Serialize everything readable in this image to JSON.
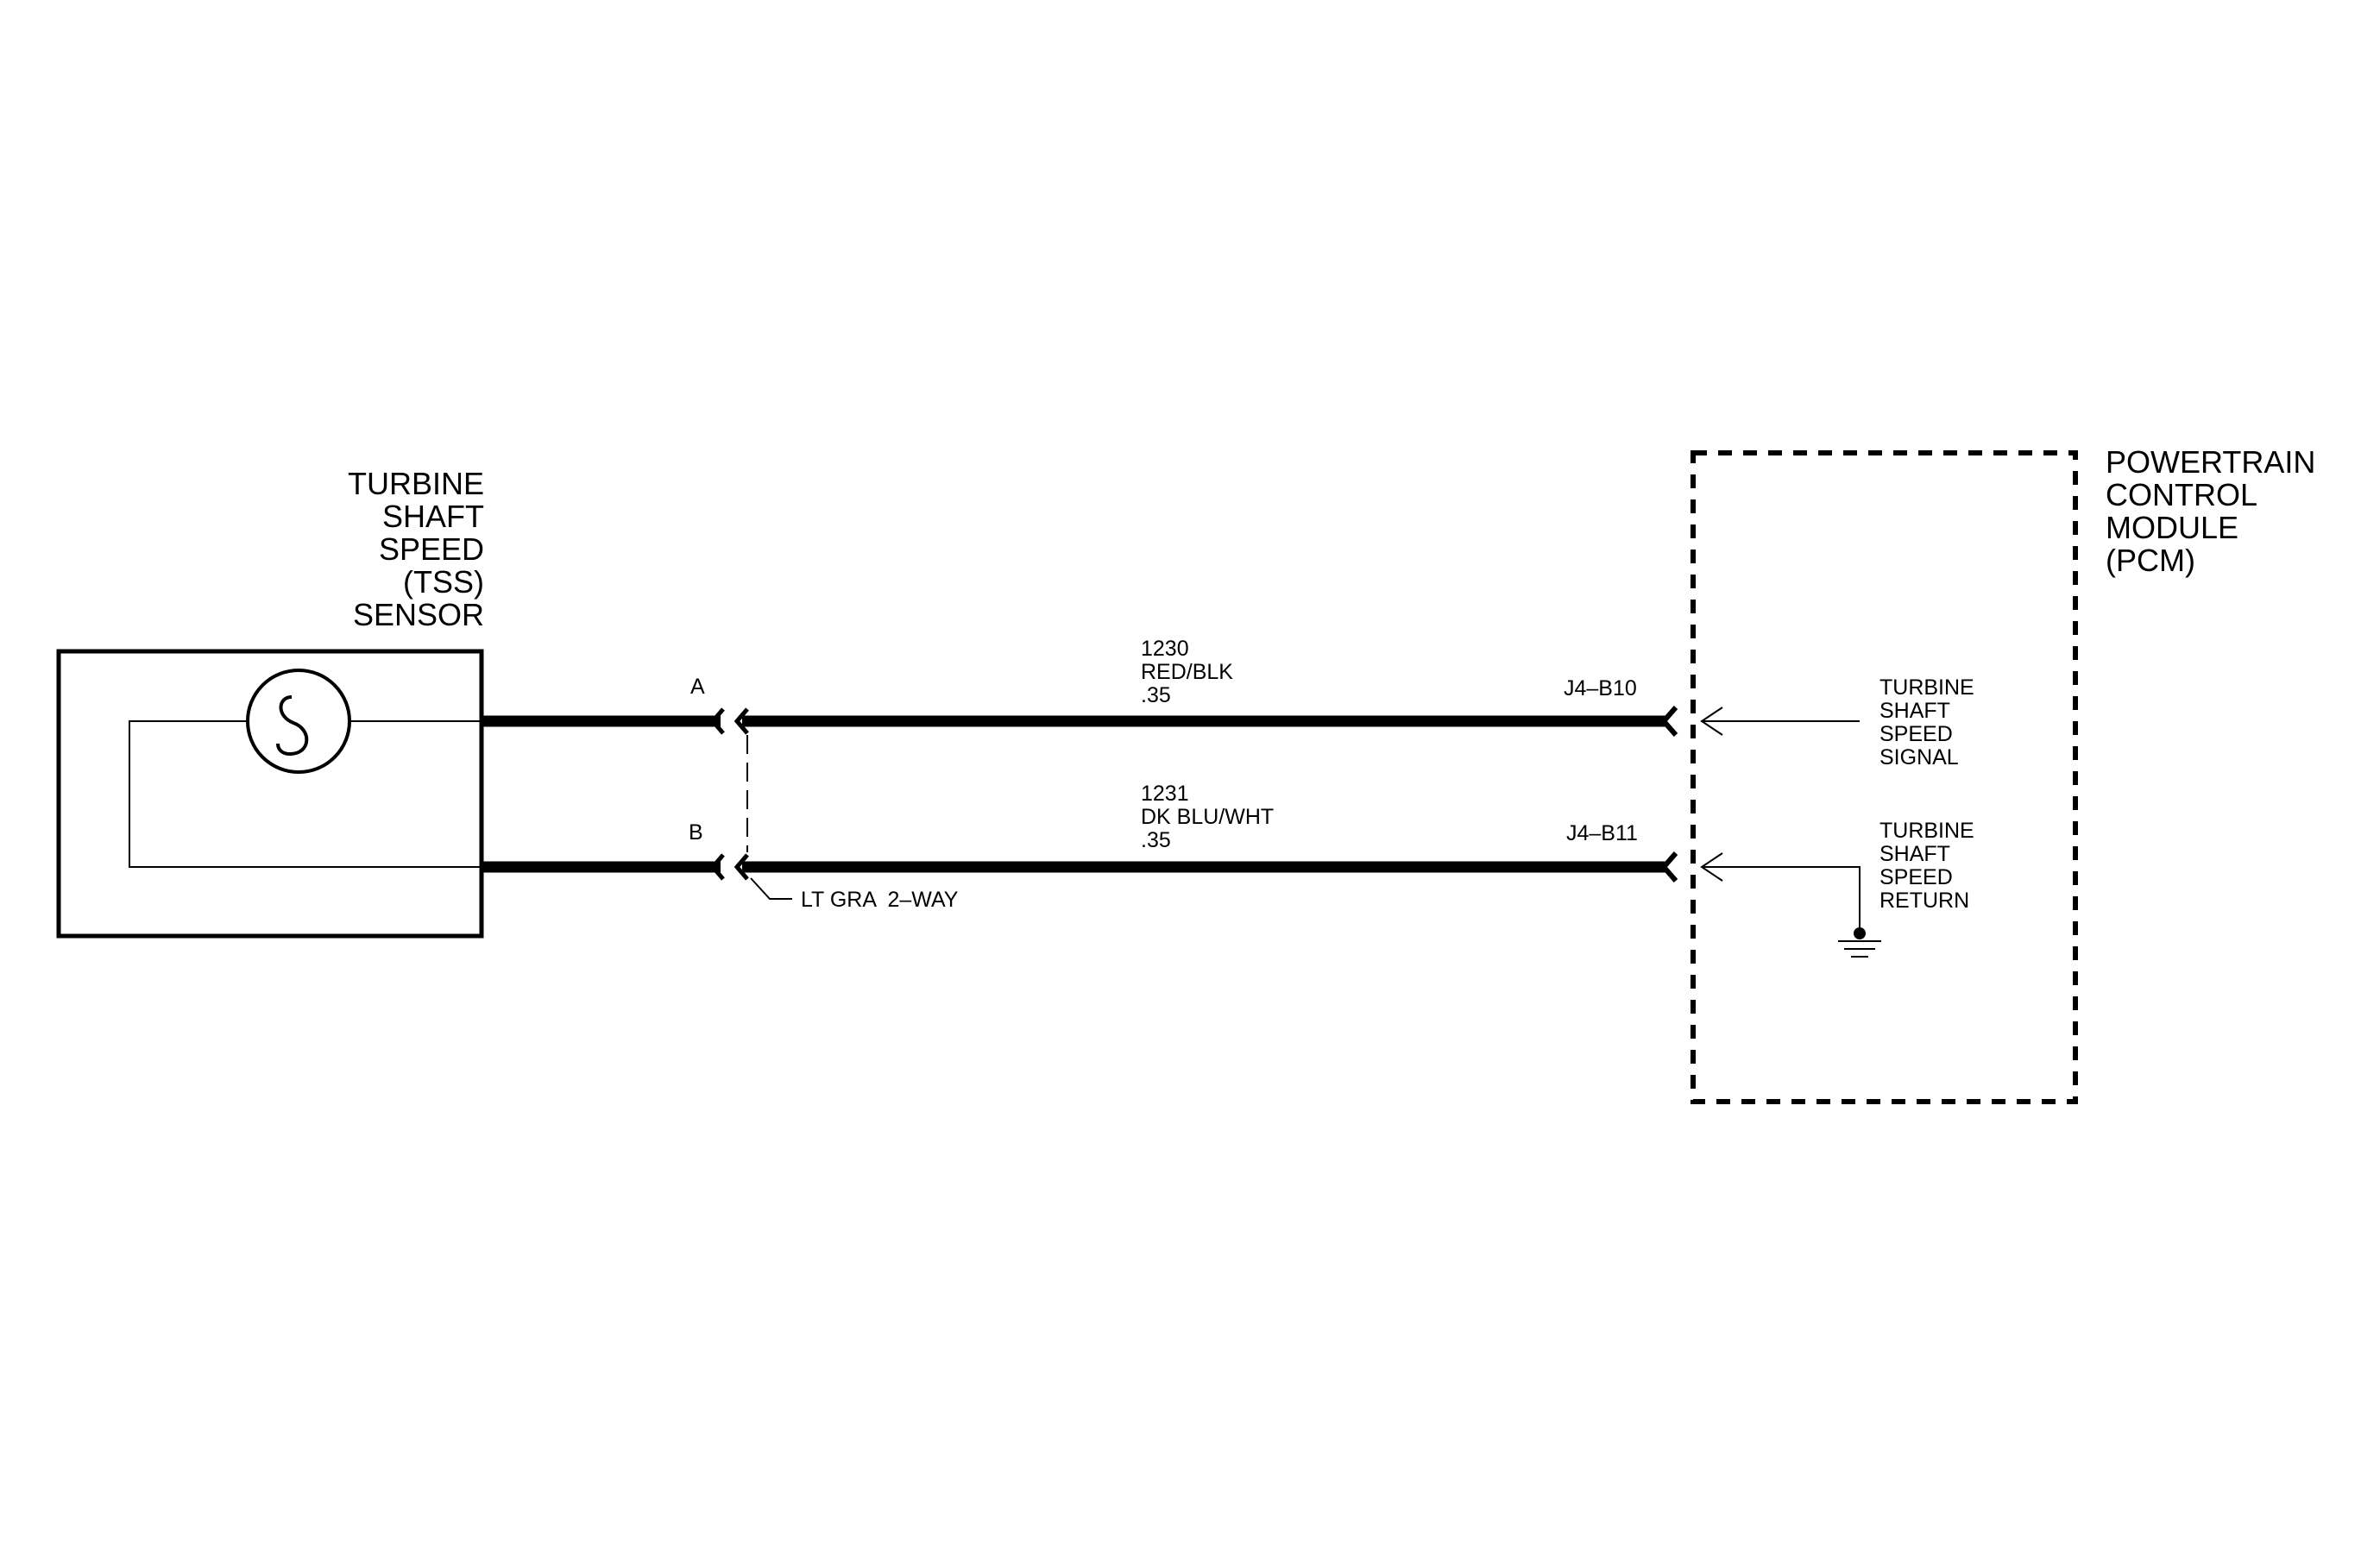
{
  "sensor": {
    "title": "TURBINE\nSHAFT\nSPEED\n(TSS)\nSENSOR"
  },
  "module": {
    "title": "POWERTRAIN\nCONTROL\nMODULE\n(PCM)"
  },
  "circuits": [
    {
      "pin": "A",
      "circuit": "1230\nRED/BLK\n.35",
      "terminal": "J4–B10",
      "function": "TURBINE\nSHAFT\nSPEED\nSIGNAL"
    },
    {
      "pin": "B",
      "circuit": "1231\nDK BLU/WHT\n.35",
      "terminal": "J4–B11",
      "function": "TURBINE\nSHAFT\nSPEED\nRETURN"
    }
  ],
  "connector": {
    "label": "LT GRA  2–WAY"
  },
  "colors": {
    "ink": "#000000",
    "background": "#ffffff"
  }
}
